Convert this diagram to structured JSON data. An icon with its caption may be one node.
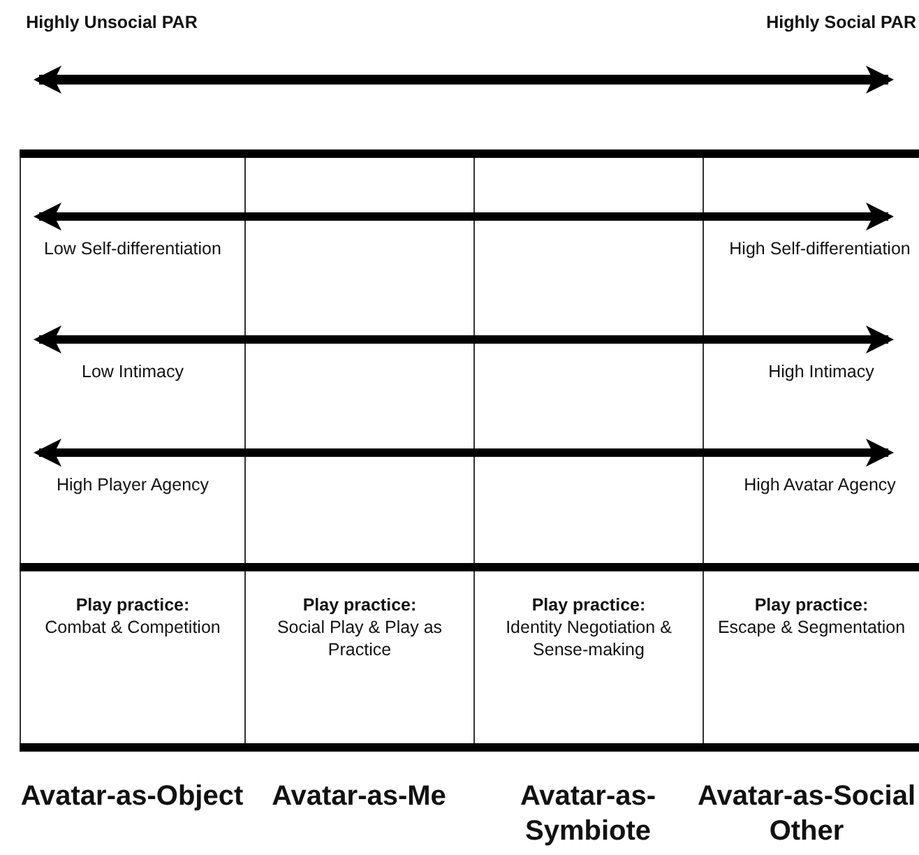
{
  "diagram": {
    "nodes": [
      {
        "text": [
          "Play practice:",
          "Combat & Competition"
        ]
      },
      {
        "text": [
          "Play practice:",
          "Social Play & Play as Practice"
        ]
      },
      {
        "text": [
          "Play practice:",
          "Identity Negotiation & Sense-making"
        ]
      },
      {
        "text": [
          "Play practice:",
          "Escape & Segmentation"
        ]
      }
    ],
    "edges": [],
    "labels": [
      "Highly Unsocial PAR",
      "Highly Social PAR",
      "Low Self-differentiation",
      "High Self-differentiation",
      "Low Intimacy",
      "High Intimacy",
      "High Player Agency",
      "High Avatar Agency",
      "Avatar-as-Object",
      "Avatar-as-Me",
      "Avatar-as-Symbiote",
      "Avatar-as-Social Other"
    ]
  }
}
